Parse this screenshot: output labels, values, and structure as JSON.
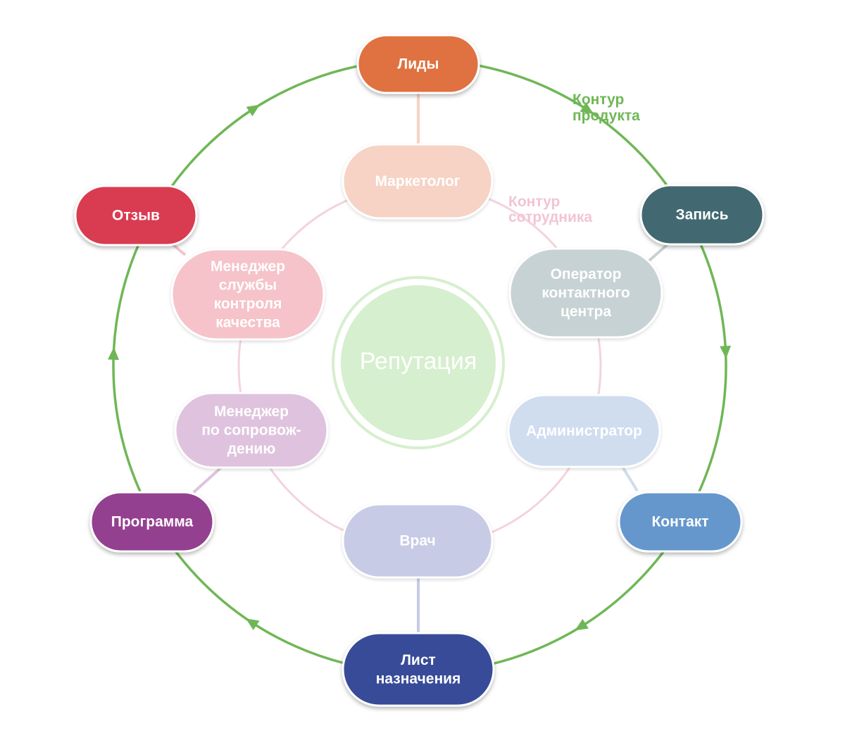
{
  "center": {
    "label": "Репутация",
    "fill": "#d6efce",
    "ring_color": "#d6efce",
    "text_color": "#ffffff"
  },
  "outer_loop": {
    "label_lines": [
      "Контур",
      "продукта"
    ],
    "color": "#6fb756"
  },
  "inner_loop": {
    "label_lines": [
      "Контур",
      "сотрудника"
    ],
    "color": "#f4d4dc",
    "text_color": "#f2c5d2"
  },
  "outer_nodes": [
    {
      "id": "leads",
      "lines": [
        "Лиды"
      ],
      "color": "#e07141"
    },
    {
      "id": "booking",
      "lines": [
        "Запись"
      ],
      "color": "#426971"
    },
    {
      "id": "contact",
      "lines": [
        "Контакт"
      ],
      "color": "#6597cd"
    },
    {
      "id": "prescription",
      "lines": [
        "Лист",
        "назначения"
      ],
      "color": "#384b98"
    },
    {
      "id": "program",
      "lines": [
        "Программа"
      ],
      "color": "#944190"
    },
    {
      "id": "review",
      "lines": [
        "Отзыв"
      ],
      "color": "#d93a51"
    }
  ],
  "inner_nodes": [
    {
      "id": "marketer",
      "lines": [
        "Маркетолог"
      ],
      "color": "#f6d3c5"
    },
    {
      "id": "operator",
      "lines": [
        "Оператор",
        "контактного",
        "центра"
      ],
      "color": "#c7d2d4"
    },
    {
      "id": "administrator",
      "lines": [
        "Администратор"
      ],
      "color": "#cfddef"
    },
    {
      "id": "doctor",
      "lines": [
        "Врач"
      ],
      "color": "#c7cbe5"
    },
    {
      "id": "support-manager",
      "lines": [
        "Менеджер",
        "по сопровож-",
        "дению"
      ],
      "color": "#dfc3de"
    },
    {
      "id": "qc-manager",
      "lines": [
        "Менеджер",
        "службы",
        "контроля",
        "качества"
      ],
      "color": "#f5c3c9"
    }
  ]
}
